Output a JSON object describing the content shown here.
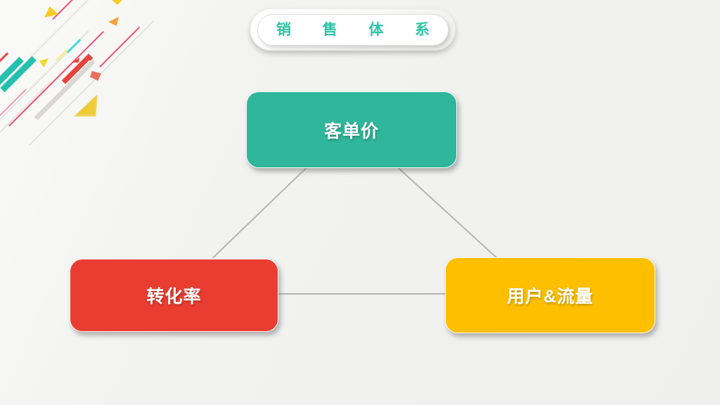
{
  "slide": {
    "title": {
      "text": "销售体系",
      "chars": [
        "销",
        "售",
        "体",
        "系"
      ],
      "text_color": "#2cc3a6"
    },
    "nodes": [
      {
        "label": "客单价",
        "color": "#30b69a",
        "position": "top"
      },
      {
        "label": "转化率",
        "color": "#ea3d31",
        "position": "bottom-left"
      },
      {
        "label": "用户&流量",
        "color": "#fdbf00",
        "position": "bottom-right"
      }
    ],
    "connectors": [
      {
        "from": "top",
        "to": "bottom-left"
      },
      {
        "from": "top",
        "to": "bottom-right"
      },
      {
        "from": "bottom-left",
        "to": "bottom-right"
      }
    ],
    "colors": {
      "background": "#f1f1ef",
      "connector": "#b4b4b4",
      "decor_pink": "#e94f72",
      "decor_teal": "#23c0af",
      "decor_red": "#e8423c",
      "decor_yellow": "#f3d92e",
      "decor_gold": "#eecb37"
    }
  }
}
